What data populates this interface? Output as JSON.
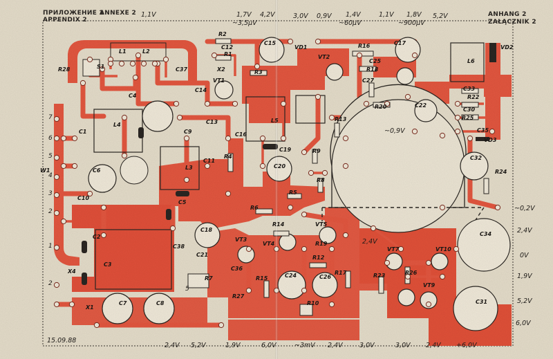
{
  "header": {
    "left_line1": "ПРИЛОЖЕНИЕ 2",
    "left_line2": "APPENDIX 2",
    "center": "ANNEXE 2",
    "right_line1": "ANHANG 2",
    "right_line2": "ZAŁĄCZNIK 2"
  },
  "date": "15.09.88",
  "voltages": {
    "top_1v1_left": "1,1V",
    "top_1v7": "1,7V",
    "top_3v5uv": "~3,5µV",
    "top_4v2": "4,2V",
    "top_3v0": "3,0V",
    "top_0v9": "0,9V",
    "top_1v4": "1,4V",
    "top_60uv": "~60µV",
    "top_1v1_right": "1,1V",
    "top_1v8": "1,8V",
    "top_900uv": "~900µV",
    "top_5v2": "5,2V",
    "mid_0v9": "~0,9V",
    "r_0v2": "~0,2V",
    "r_2v4": "2,4V",
    "r_0v": "0V",
    "r_1v9": "1,9V",
    "r_5v2": "5,2V",
    "r_6v0": "6,0V",
    "b_2v4a": "2,4V",
    "b_5v2": "5,2V",
    "b_1v9": "1,9V",
    "b_6v0": "6,0V",
    "b_3mv": "~3mV",
    "b_2v4b": "2,4V",
    "b_3v0a": "3,0V",
    "b_3v0b": "3,0V",
    "b_2v4c": "2,4V",
    "b_6v0plus": "+6,0V",
    "mid_24v": "2,4V"
  },
  "components": {
    "r28": "R28",
    "s1": "S1",
    "c37": "C37",
    "r2": "R2",
    "c12": "C12",
    "r1": "R1",
    "x2": "X2",
    "vt1": "VT1",
    "c14": "C14",
    "c15": "C15",
    "vd1": "VD1",
    "vt2": "VT2",
    "r16": "R16",
    "c25": "C25",
    "r18": "R18",
    "c27": "C27",
    "r3": "R3",
    "c17": "C17",
    "vd2": "VD2",
    "l6": "L6",
    "c33": "C33",
    "r22": "R22",
    "c30": "C30",
    "r25": "R25",
    "c35": "C35",
    "vd3": "VD3",
    "c32": "C32",
    "r24": "R24",
    "c22": "C22",
    "r20": "R20",
    "r13": "R13",
    "l4": "L4",
    "c1": "C1",
    "c6": "C6",
    "c13": "C13",
    "c9": "C9",
    "l3": "L3",
    "c11": "C11",
    "r4": "R4",
    "l5": "L5",
    "c19": "C19",
    "c20": "C20",
    "r9": "R9",
    "r8": "R8",
    "r5": "R5",
    "r6": "R6",
    "w1": "W1",
    "c10": "C10",
    "c5": "C5",
    "c18": "C18",
    "c38": "C38",
    "c21": "C21",
    "vt3": "VT3",
    "vt4": "VT4",
    "r19": "R19",
    "vt5": "VT5",
    "r12": "R12",
    "r15": "R15",
    "c24": "C24",
    "c26": "C26",
    "r17": "R17",
    "r10": "R10",
    "r23": "R23",
    "vt7": "VT7",
    "vt10": "VT10",
    "c34": "C34",
    "r26": "R26",
    "vt9": "VT9",
    "c31": "C31",
    "c7": "C7",
    "c8": "C8",
    "x1": "X1",
    "r7": "R7",
    "c36": "C36",
    "r27": "R27",
    "r14": "R14",
    "c2": "C2",
    "c3": "C3",
    "c4": "C4",
    "x4": "X4",
    "l1": "L1",
    "l2": "L2",
    "c16": "C16"
  },
  "colors": {
    "paper": "#e4dcc9",
    "copper": "#e2563f",
    "copper_dark": "#c9452f",
    "ink": "#1e1b18",
    "hole": "#efe8d8"
  }
}
